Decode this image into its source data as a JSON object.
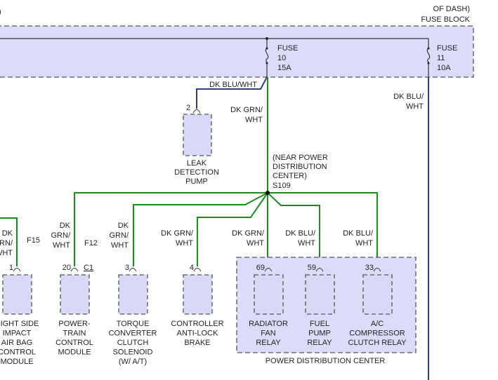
{
  "fuse_block": {
    "title_lines": [
      "OF DASH)",
      "FUSE BLOCK"
    ],
    "left_fragment": ")"
  },
  "fuses": [
    {
      "lines": [
        "FUSE",
        "10",
        "15A"
      ]
    },
    {
      "lines": [
        "FUSE",
        "11",
        "10A"
      ]
    }
  ],
  "wire_labels": {
    "leak_feed": "DK BLU/WHT",
    "main_feed": [
      "DK GRN/",
      "WHT"
    ],
    "fuse11_out": [
      "DK BLU/",
      "WHT"
    ]
  },
  "splice": {
    "lines": [
      "(NEAR POWER",
      "DISTRIBUTION",
      "CENTER)",
      "S109"
    ]
  },
  "components": [
    {
      "pin": "1",
      "wire": [
        "DK",
        "GRN/",
        "WHT"
      ],
      "connector": "F15",
      "label": [
        "RIGHT SIDE",
        "IMPACT",
        "AIR BAG",
        "CONTROL",
        "MODULE"
      ]
    },
    {
      "pin": "20",
      "wire": [
        "DK",
        "GRN/",
        "WHT"
      ],
      "connector": "F12",
      "connector2": "C1",
      "label": [
        "POWER-",
        "TRAIN",
        "CONTROL",
        "MODULE"
      ]
    },
    {
      "pin": "3",
      "wire": [
        "DK",
        "GRN/",
        "WHT"
      ],
      "label": [
        "TORQUE",
        "CONVERTER",
        "CLUTCH",
        "SOLENOID",
        "(W/ A/T)"
      ]
    },
    {
      "pin": "4",
      "wire": [
        "DK GRN/",
        "WHT"
      ],
      "label": [
        "CONTROLLER",
        "ANTI-LOCK",
        "BRAKE"
      ]
    },
    {
      "pin": "69",
      "wire": [
        "DK GRN/",
        "WHT"
      ],
      "label": [
        "RADIATOR",
        "FAN",
        "RELAY"
      ]
    },
    {
      "pin": "59",
      "wire": [
        "DK BLU/",
        "WHT"
      ],
      "label": [
        "FUEL",
        "PUMP",
        "RELAY"
      ]
    },
    {
      "pin": "33",
      "wire": [
        "DK BLU/",
        "WHT"
      ],
      "label": [
        "A/C",
        "COMPRESSOR",
        "CLUTCH RELAY"
      ]
    }
  ],
  "leak_pump": {
    "pin": "2",
    "label": [
      "LEAK",
      "DETECTION",
      "PUMP"
    ]
  },
  "pdc": {
    "label": "POWER DISTRIBUTION CENTER"
  },
  "colors": {
    "green_wire": "#1c8c1c",
    "blue_wire": "#2b3f8c",
    "component_fill": "#d9d9f7"
  }
}
